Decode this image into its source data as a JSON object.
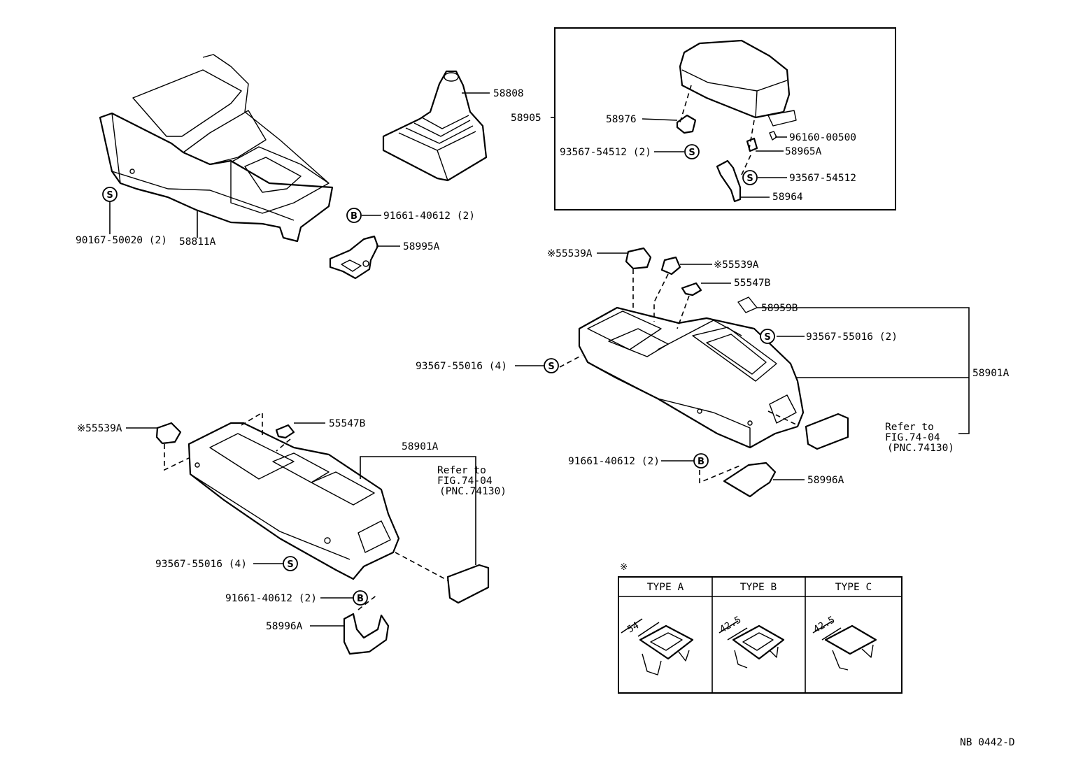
{
  "callouts": {
    "p90167": "90167-50020 (2)",
    "p58811A": "58811A",
    "p58808": "58808",
    "p91661_a": "91661-40612 (2)",
    "p58995A": "58995A",
    "p58905": "58905",
    "p58976": "58976",
    "p93567_54512_2": "93567-54512 (2)",
    "p96160": "96160-00500",
    "p58965A": "58965A",
    "p93567_54512": "93567-54512",
    "p58964": "58964",
    "p55539A_1": "※55539A",
    "p55539A_2": "※55539A",
    "p55547B_1": "55547B",
    "p58959B": "58959B",
    "p93567_55016_2": "93567-55016 (2)",
    "p93567_55016_4a": "93567-55016 (4)",
    "p58901A_1": "58901A",
    "p91661_b": "91661-40612 (2)",
    "p58996A_1": "58996A",
    "p55539A_3": "※55539A",
    "p55547B_2": "55547B",
    "p58901A_2": "58901A",
    "p93567_55016_4b": "93567-55016 (4)",
    "p91661_c": "91661-40612 (2)",
    "p58996A_2": "58996A"
  },
  "references": {
    "ref1": [
      "Refer to",
      "FIG.74-04",
      "(PNC.74130)"
    ],
    "ref2": [
      "Refer to",
      "FIG.74-04",
      "(PNC.74130)"
    ]
  },
  "symbols": {
    "screw": "S",
    "bolt": "B"
  },
  "type_table": {
    "marker": "※",
    "headers": [
      "TYPE A",
      "TYPE B",
      "TYPE C"
    ],
    "dims": [
      "54",
      "42.5",
      "42.5"
    ]
  },
  "figure_id": "NB 0442-D"
}
